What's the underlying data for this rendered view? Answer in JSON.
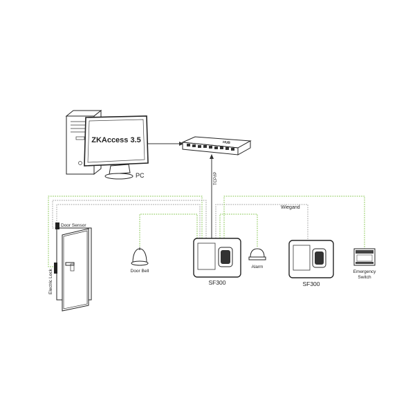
{
  "pc": {
    "software_label": "ZKAccess 3.5",
    "label": "PC"
  },
  "hub": {
    "label": "HUB"
  },
  "network": {
    "label": "TCP/IP"
  },
  "wiegand": {
    "label": "Wiegand"
  },
  "door": {
    "sensor_label": "Door Sensor",
    "lock_label": "Electric Lock"
  },
  "doorbell": {
    "label": "Door Bell"
  },
  "alarm": {
    "label": "Alarm"
  },
  "terminals": [
    {
      "label": "SF300"
    },
    {
      "label": "SF300"
    }
  ],
  "emergency": {
    "label_line1": "Emergency",
    "label_line2": "Switch"
  },
  "colors": {
    "power_wire": "#7cc243",
    "signal_wire": "#9a9a9a",
    "outline": "#222222"
  }
}
